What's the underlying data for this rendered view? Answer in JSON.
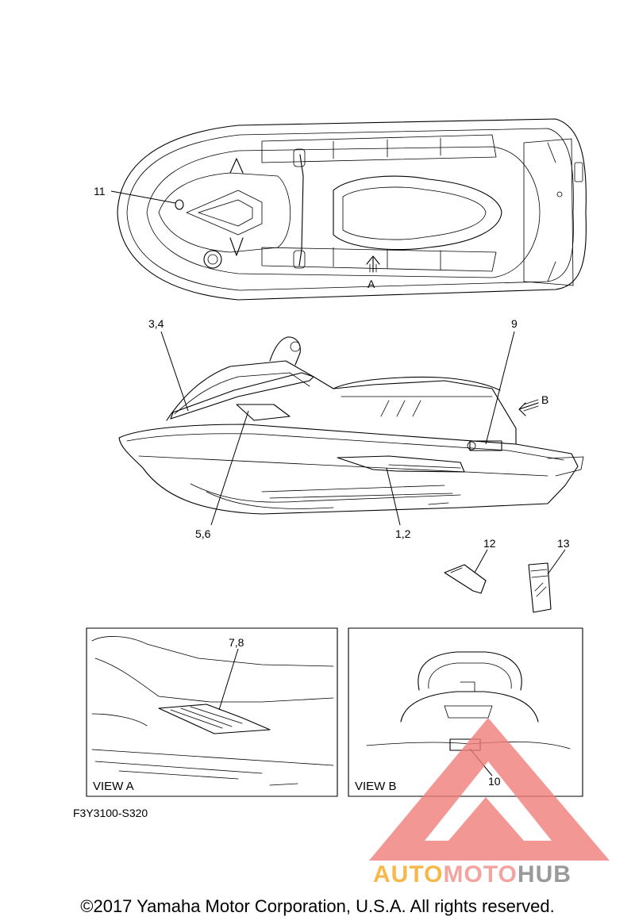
{
  "callouts": {
    "c11": "11",
    "cA": "A",
    "c34": "3,4",
    "c9": "9",
    "cB": "B",
    "c56": "5,6",
    "c12": "1,2",
    "c12b": "12",
    "c13": "13",
    "c78": "7,8",
    "c10": "10"
  },
  "views": {
    "view_a": "VIEW A",
    "view_b": "VIEW B"
  },
  "figure_code": "F3Y3100-S320",
  "copyright": "©2017 Yamaha Motor Corporation, U.S.A. All rights reserved.",
  "watermark": {
    "word_auto": "AUTO",
    "word_moto": "MOTO",
    "word_hub": "HUB",
    "color_auto": "#f6b84a",
    "color_moto": "#f3a3a0",
    "color_hub": "#9a9a9a",
    "triangle_color": "#f07d7a"
  }
}
